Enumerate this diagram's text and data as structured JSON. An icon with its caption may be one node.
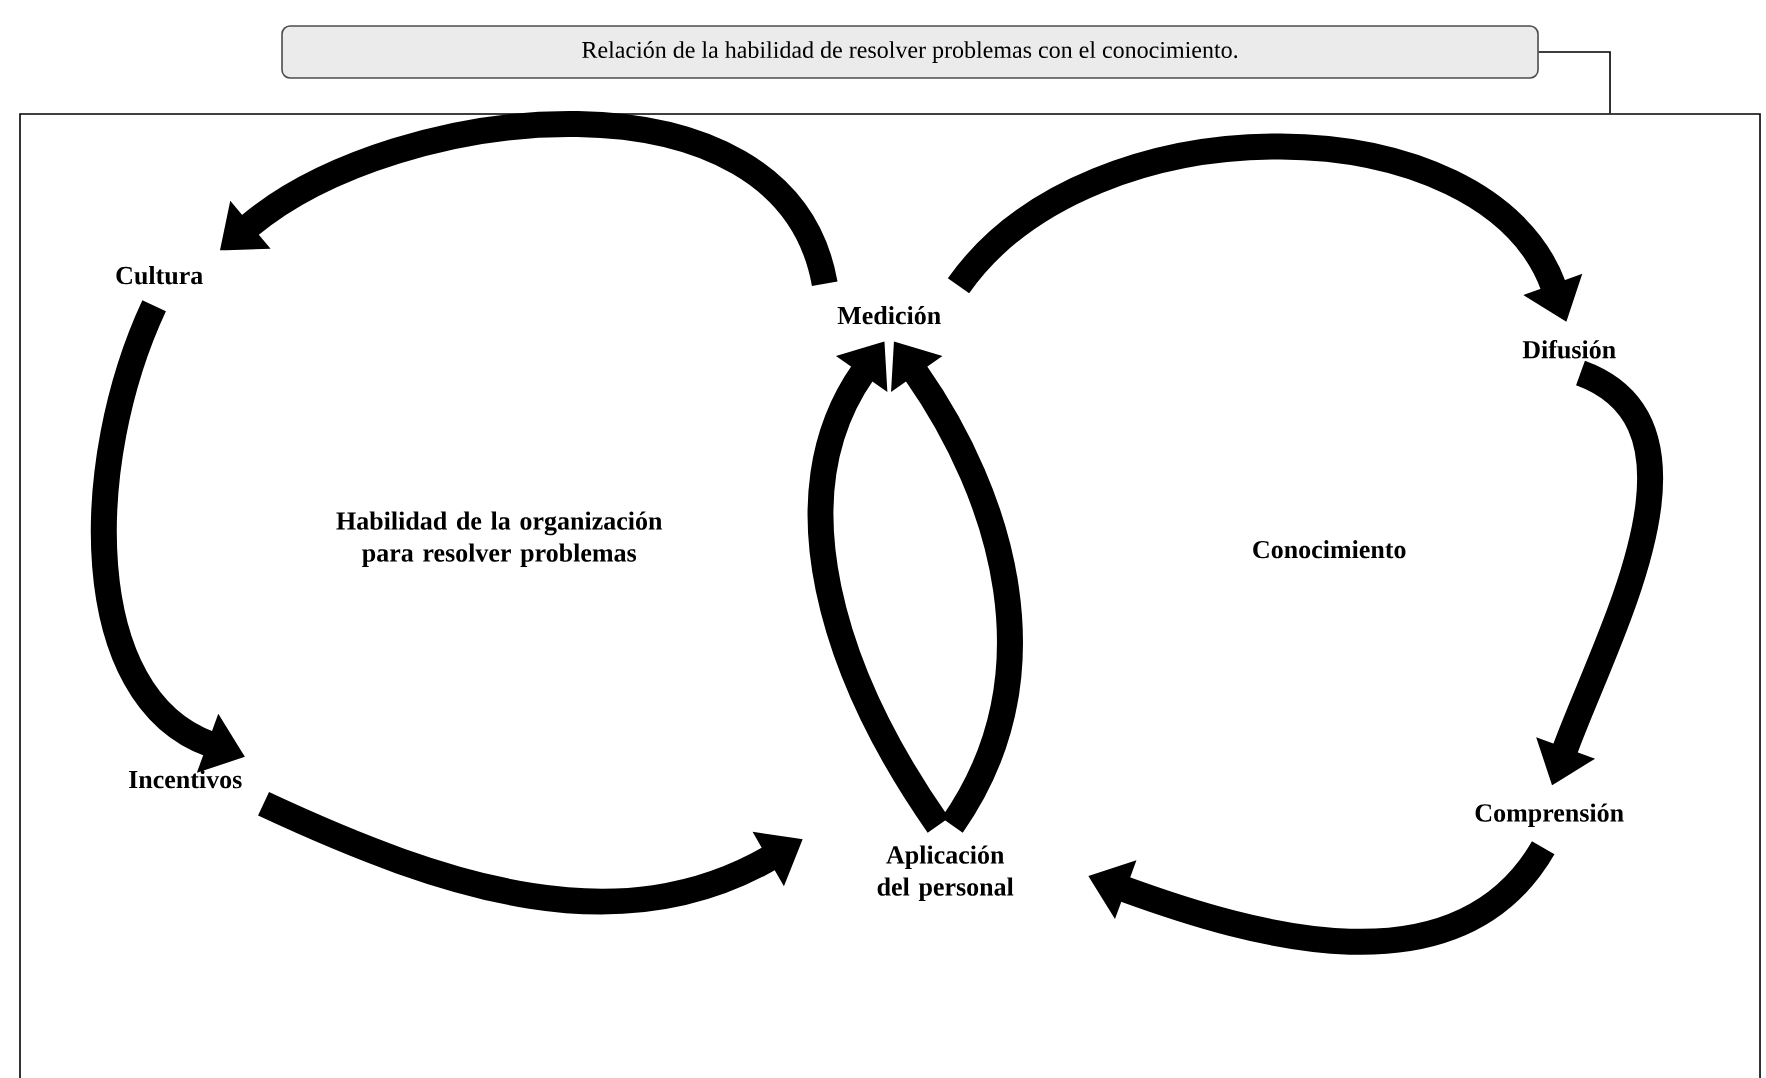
{
  "diagram": {
    "nodes": [
      {
        "text": [
          "Relación de la habilidad de resolver problemas con el conocimiento."
        ]
      },
      {
        "text": [],
        "shape": "box"
      },
      {
        "text": [
          "Cultura"
        ],
        "in": 1
      },
      {
        "text": [
          "Medición"
        ],
        "in": 1
      },
      {
        "text": [
          "Difusión"
        ],
        "in": 1
      },
      {
        "text": [
          "Habilidad de la organización para resolver problemas"
        ],
        "in": 1
      },
      {
        "text": [
          "Conocimiento"
        ],
        "in": 1
      },
      {
        "text": [
          "Incentivos"
        ],
        "in": 1
      },
      {
        "text": [
          "Comprensión"
        ],
        "in": 1
      },
      {
        "text": [
          "Aplicación del personal"
        ],
        "in": 1
      }
    ],
    "edges": [
      {
        "from": 0,
        "to": 1,
        "arrow": "none"
      },
      {
        "from": 3,
        "to": 2,
        "arrow": "to"
      },
      {
        "from": 2,
        "to": 7,
        "arrow": "to"
      },
      {
        "from": 7,
        "to": 9,
        "arrow": "to"
      },
      {
        "from": 9,
        "to": 3,
        "arrow": "to"
      },
      {
        "from": 3,
        "to": 4,
        "arrow": "to"
      },
      {
        "from": 4,
        "to": 8,
        "arrow": "to"
      },
      {
        "from": 8,
        "to": 9,
        "arrow": "to"
      },
      {
        "from": 9,
        "to": 3,
        "arrow": "to"
      }
    ]
  }
}
